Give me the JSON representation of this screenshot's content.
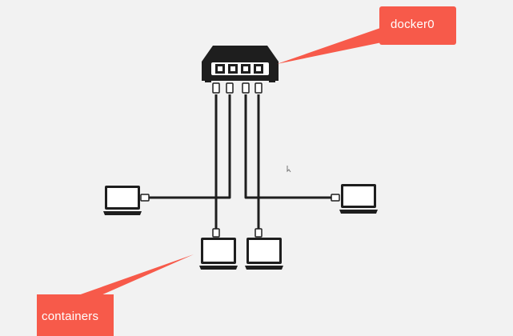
{
  "callouts": {
    "bridge_label": "docker0",
    "containers_label": "containers"
  },
  "nodes": {
    "bridge": {
      "icon": "network-switch-icon"
    },
    "laptops": [
      {
        "name": "laptop-left",
        "icon": "laptop-icon"
      },
      {
        "name": "laptop-right",
        "icon": "laptop-icon"
      },
      {
        "name": "laptop-center-left",
        "icon": "laptop-icon"
      },
      {
        "name": "laptop-center-right",
        "icon": "laptop-icon"
      }
    ]
  },
  "colors": {
    "background": "#f2f2f2",
    "callout": "#f75a4a",
    "ink": "#1e1e1e",
    "screen": "#ffffff"
  }
}
